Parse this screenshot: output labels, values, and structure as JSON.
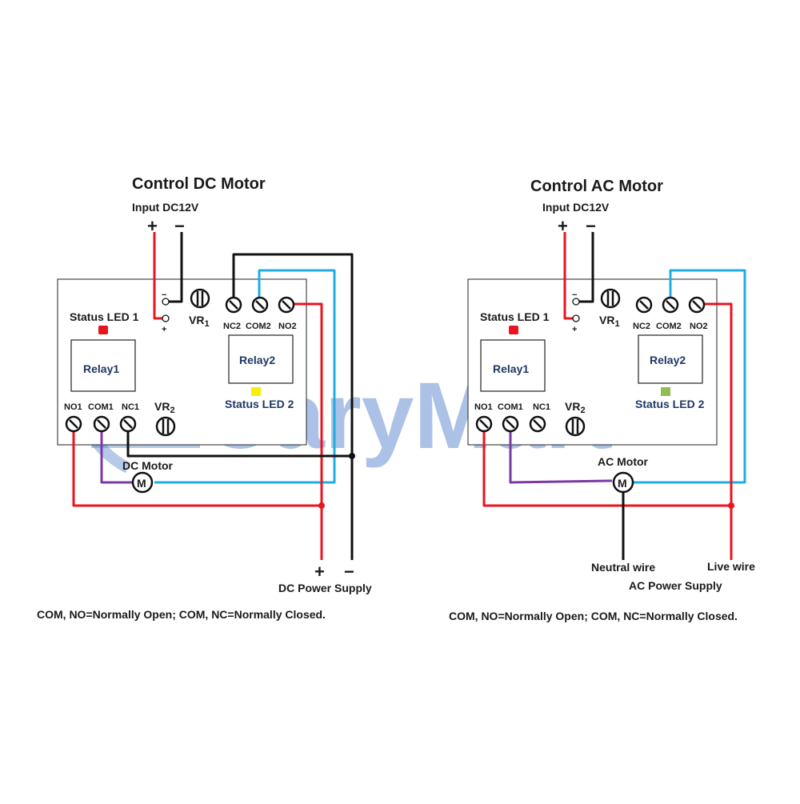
{
  "watermark": {
    "text": "CaryMart",
    "color": "#4a78c8"
  },
  "colors": {
    "red": "#e8141e",
    "black": "#111111",
    "blue": "#1eaee2",
    "purple": "#7a3aa6",
    "led_red": "#e8141e",
    "led_yellow": "#f6ee10",
    "led_green": "#8fc04e"
  },
  "dc": {
    "title": "Control DC Motor",
    "input_label": "Input DC12V",
    "plus": "+",
    "minus": "−",
    "pin_minus": "−",
    "pin_plus": "+",
    "vr1": "VR1",
    "vr1_base": "VR",
    "vr1_sub": "1",
    "vr2_base": "VR",
    "vr2_sub": "2",
    "status_led_1": "Status LED 1",
    "status_led_2": "Status LED 2",
    "relay1": "Relay1",
    "relay2": "Relay2",
    "nc2": "NC2",
    "com2": "COM2",
    "no2": "NO2",
    "no1": "NO1",
    "com1": "COM1",
    "nc1": "NC1",
    "motor_label": "DC Motor",
    "motor_symbol": "M",
    "supply_plus": "+",
    "supply_minus": "−",
    "supply_label": "DC Power Supply",
    "note": "COM, NO=Normally Open; COM, NC=Normally Closed."
  },
  "ac": {
    "title": "Control AC Motor",
    "input_label": "Input DC12V",
    "plus": "+",
    "minus": "−",
    "pin_minus": "−",
    "pin_plus": "+",
    "vr1_base": "VR",
    "vr1_sub": "1",
    "vr2_base": "VR",
    "vr2_sub": "2",
    "status_led_1": "Status LED 1",
    "status_led_2": "Status LED 2",
    "relay1": "Relay1",
    "relay2": "Relay2",
    "nc2": "NC2",
    "com2": "COM2",
    "no2": "NO2",
    "no1": "NO1",
    "com1": "COM1",
    "nc1": "NC1",
    "motor_label": "AC Motor",
    "motor_symbol": "M",
    "neutral_label": "Neutral wire",
    "live_label": "Live wire",
    "supply_label": "AC Power Supply",
    "note": "COM, NO=Normally Open; COM, NC=Normally Closed."
  }
}
